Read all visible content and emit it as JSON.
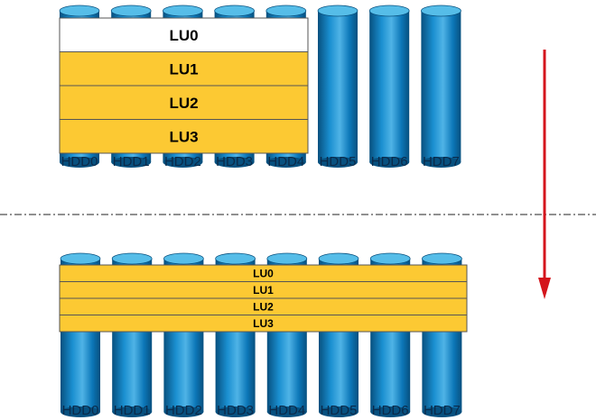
{
  "colors": {
    "hdd_body": "#0c77b8",
    "hdd_light": "#4fb3e6",
    "hdd_dark": "#07507f",
    "hdd_top": "#56bde8",
    "lu_fill": "#fcc933",
    "lu_empty": "#ffffff",
    "arrow": "#d4141c",
    "divider": "#222222"
  },
  "top": {
    "disks": [
      "HDD0",
      "HDD1",
      "HDD2",
      "HDD3",
      "HDD4",
      "HDD5",
      "HDD6",
      "HDD7"
    ],
    "lus": [
      {
        "label": "LU0",
        "filled": false
      },
      {
        "label": "LU1",
        "filled": true
      },
      {
        "label": "LU2",
        "filled": true
      },
      {
        "label": "LU3",
        "filled": true
      }
    ]
  },
  "bottom": {
    "disks": [
      "HDD0",
      "HDD1",
      "HDD2",
      "HDD3",
      "HDD4",
      "HDD5",
      "HDD6",
      "HDD7"
    ],
    "lus": [
      {
        "label": "LU0",
        "filled": true
      },
      {
        "label": "LU1",
        "filled": true
      },
      {
        "label": "LU2",
        "filled": true
      },
      {
        "label": "LU3",
        "filled": true
      }
    ]
  }
}
